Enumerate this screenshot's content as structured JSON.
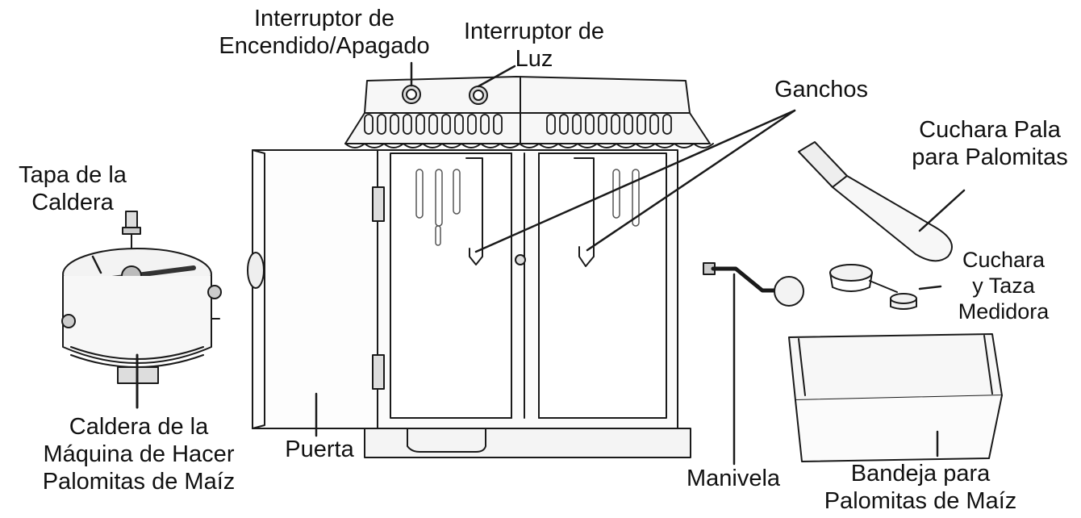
{
  "labels": {
    "power_switch": [
      "Interruptor de",
      "Encendido/Apagado"
    ],
    "light_switch": [
      "Interruptor de",
      "Luz"
    ],
    "hooks": [
      "Ganchos"
    ],
    "kettle_lid": [
      "Tapa de la",
      "Caldera"
    ],
    "kettle": [
      "Caldera de la",
      "Máquina de Hacer",
      "Palomitas de Maíz"
    ],
    "door": [
      "Puerta"
    ],
    "scoop": [
      "Cuchara Pala",
      "para Palomitas"
    ],
    "measuring_cup": [
      "Cuchara",
      "y Taza",
      "Medidora"
    ],
    "crank": [
      "Manivela"
    ],
    "tray": [
      "Bandeja para",
      "Palomitas de Maíz"
    ]
  },
  "colors": {
    "line": "#1a1a1a",
    "fill_light": "#f2f2f2",
    "fill_mid": "#d9d9d9"
  }
}
